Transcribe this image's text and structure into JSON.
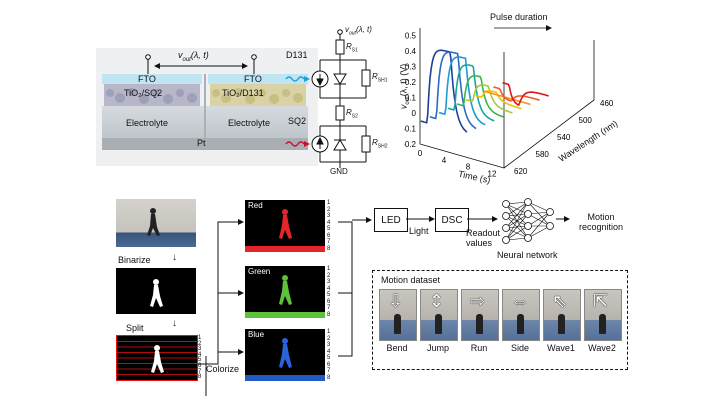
{
  "cell": {
    "vout": "v",
    "vout_sub": "out",
    "vout_args": "(λ, t)",
    "left_top": "FTO",
    "left_mid": "TiO₂/SQ2",
    "right_top": "FTO",
    "right_mid": "TiO₂/D131",
    "electrolyte_left": "Electrolyte",
    "electrolyte_right": "Electrolyte",
    "bottom": "Pt"
  },
  "circuit": {
    "vout": "v",
    "vout_sub": "out",
    "vout_args": "(λ, t)",
    "d131": "D131",
    "sq2": "SQ2",
    "rs1": "R",
    "rs1_sub": "S1",
    "rsh1": "R",
    "rsh1_sub": "SH1",
    "rs2": "R",
    "rs2_sub": "S2",
    "rsh2": "R",
    "rsh2_sub": "SH2",
    "gnd": "GND"
  },
  "chart_data": {
    "type": "line",
    "annotation": "Pulse duration",
    "ylabel_main": "v",
    "ylabel_sub": "out",
    "ylabel_rest": "(λ, t) (V)",
    "xlabel": "Time (s)",
    "zlabel": "Wavelength (nm)",
    "y_ticks": [
      "0.5",
      "0.4",
      "0.3",
      "0.2",
      "0.1",
      "0",
      "-0.1",
      "-0.2"
    ],
    "x_ticks": [
      "0",
      "4",
      "8",
      "12"
    ],
    "z_ticks": [
      "460",
      "500",
      "540",
      "580",
      "620"
    ],
    "ylim": [
      -0.2,
      0.55
    ],
    "xlim": [
      0,
      14
    ],
    "series_colors": [
      "#d7191c",
      "#f05a2a",
      "#f7941d",
      "#f2c200",
      "#a8c83a",
      "#3bb54a",
      "#19a5a0",
      "#1c9ad6",
      "#2c6bc0",
      "#1f3f9a"
    ],
    "series_peaks": [
      -0.12,
      -0.06,
      0.0,
      0.06,
      0.13,
      0.22,
      0.32,
      0.4,
      0.46,
      0.5
    ]
  },
  "pipeline": {
    "binarize": "Binarize",
    "split": "Split",
    "colorize": "Colorize",
    "red": "Red",
    "green": "Green",
    "blue": "Blue",
    "strip_numbers": [
      "1",
      "2",
      "3",
      "4",
      "5",
      "6",
      "7",
      "8"
    ],
    "led": "LED",
    "light": "Light",
    "dsc": "DSC",
    "readout": "Readout values",
    "neural": "Neural network",
    "motion_recognition": "Motion recognition"
  },
  "dataset": {
    "title": "Motion dataset",
    "gestures": [
      "Bend",
      "Jump",
      "Run",
      "Side",
      "Wave1",
      "Wave2"
    ]
  }
}
